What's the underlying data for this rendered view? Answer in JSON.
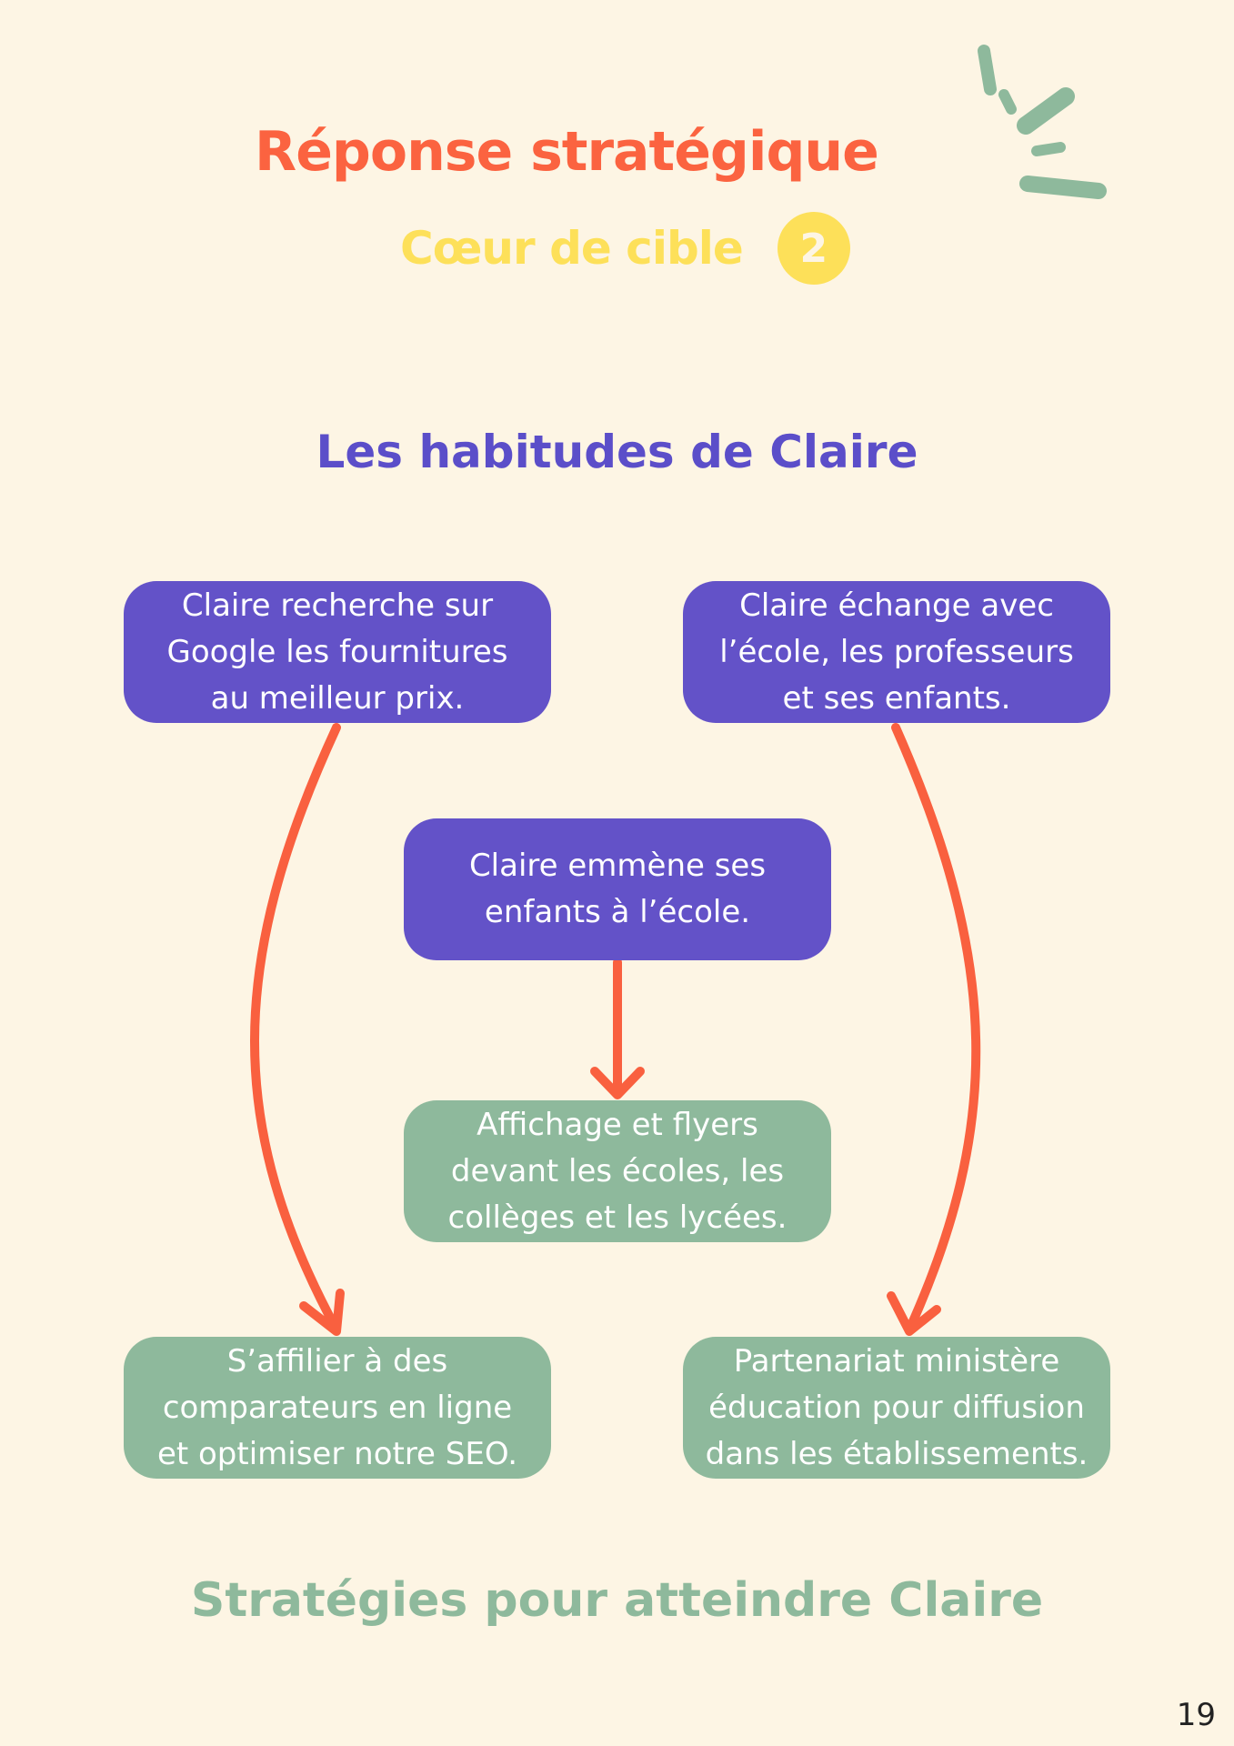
{
  "header": {
    "title": "Réponse stratégique",
    "subtitle": "Cœur de cible",
    "badge_number": "2"
  },
  "diagram": {
    "habits_title": "Les habitudes de Claire",
    "strategies_title": "Stratégies pour atteindre Claire",
    "habits": {
      "left": "Claire recherche sur\nGoogle les fournitures\nau meilleur prix.",
      "center": "Claire emmène ses\nenfants à l’école.",
      "right": "Claire échange avec\nl’école, les professeurs\net ses enfants."
    },
    "strategies": {
      "center": "Affichage et flyers\ndevant les écoles, les\ncollèges et les lycées.",
      "left": "S’affilier à des\ncomparateurs en ligne\net optimiser notre SEO.",
      "right": "Partenariat ministère\néducation pour diffusion\ndans les établissements."
    },
    "colors": {
      "habit_box": "#6352c8",
      "strategy_box": "#8eb99c",
      "arrow": "#f9603f",
      "title": "#fb6340",
      "subtitle": "#fde059",
      "decoration": "#8eb99c"
    }
  },
  "page_number": "19"
}
